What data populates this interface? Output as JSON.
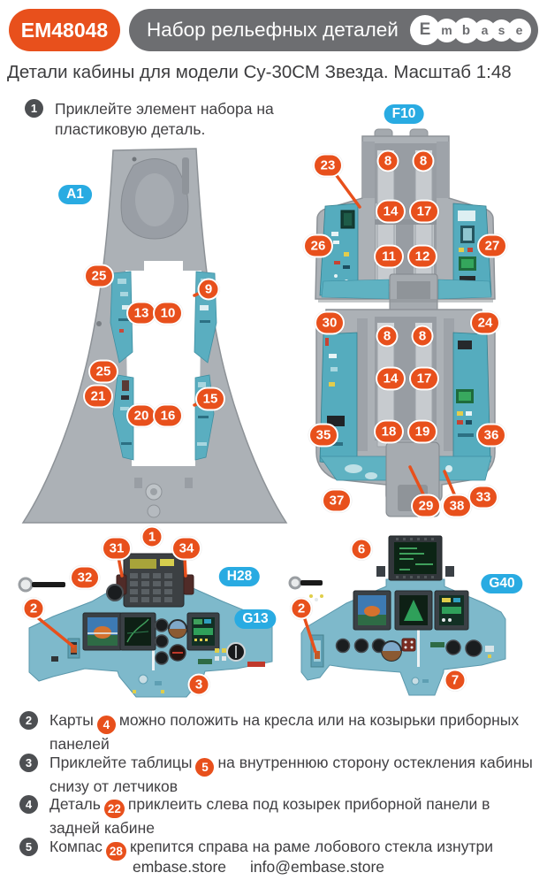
{
  "header": {
    "code": "EM48048",
    "title": "Набор рельефных деталей",
    "brand": [
      "E",
      "m",
      "b",
      "a",
      "s",
      "e"
    ],
    "subtitle": "Детали кабины для модели Су-30СМ Звезда. Масштаб 1:48"
  },
  "step1": {
    "num": "1",
    "text": "Приклейте элемент набора на пластиковую деталь."
  },
  "steps": [
    {
      "num": "2",
      "before": "Карты",
      "badge": "4",
      "after": "можно положить на кресла или на козырьки приборных панелей"
    },
    {
      "num": "3",
      "before": "Приклейте таблицы",
      "badge": "5",
      "after": "на внутреннюю сторону остекления кабины снизу от летчиков"
    },
    {
      "num": "4",
      "before": "Деталь",
      "badge": "22",
      "after": "приклеить слева под козырек приборной панели в задней кабине"
    },
    {
      "num": "5",
      "before": "Компас",
      "badge": "28",
      "after": "крепится справа на раме лобового стекла изнутри"
    }
  ],
  "labels": {
    "a1": "A1",
    "f10": "F10",
    "h28": "H28",
    "g13": "G13",
    "g40": "G40"
  },
  "callouts": {
    "f10": [
      "23",
      "8",
      "8",
      "14",
      "17",
      "26",
      "27",
      "11",
      "12",
      "30",
      "24",
      "8",
      "8",
      "14",
      "17",
      "35",
      "36",
      "18",
      "19",
      "37",
      "29",
      "38",
      "33"
    ],
    "a1": [
      "25",
      "9",
      "13",
      "10",
      "25",
      "21",
      "15",
      "20",
      "16"
    ],
    "front": [
      "1",
      "31",
      "34",
      "32",
      "2",
      "3"
    ],
    "rear": [
      "6",
      "2",
      "7"
    ]
  },
  "footer": {
    "site": "embase.store",
    "email": "info@embase.store"
  },
  "colors": {
    "orange": "#E8501C",
    "blue": "#29ABE2",
    "pill_gray": "#6D6E71"
  }
}
